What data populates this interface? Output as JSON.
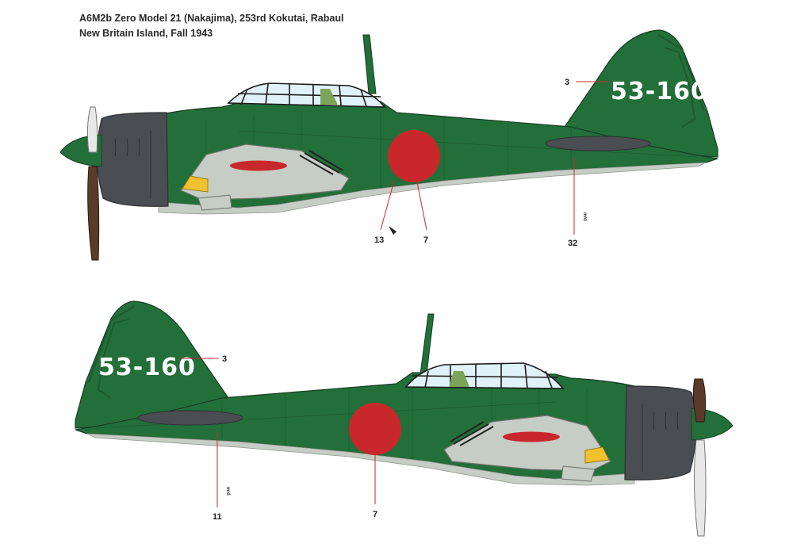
{
  "caption": {
    "line1": "A6M2b Zero Model 21 (Nakajima), 253rd Kokutai, Rabaul",
    "line2": "New Britain Island, Fall 1943"
  },
  "colors": {
    "fuselage_green": "#236f3a",
    "underside_grey": "#c5cdc4",
    "cowling": "#4a4d52",
    "hinomaru": "#c8282b",
    "canopy": "#dff1f9",
    "wingtip_yellow": "#f2c12e",
    "propeller": "#5a3a29",
    "spinner": "#236f3a"
  },
  "top_view": {
    "tail_code": "53-160",
    "callouts": {
      "tail_code": "3",
      "hinomaru": "7",
      "wing_marking": "13",
      "stencil": "32"
    },
    "stencil_text": "m/d"
  },
  "bottom_view": {
    "tail_code": "53-160",
    "callouts": {
      "tail_code": "3",
      "hinomaru": "7",
      "stencil": "11"
    },
    "stencil_text": "m/d"
  }
}
